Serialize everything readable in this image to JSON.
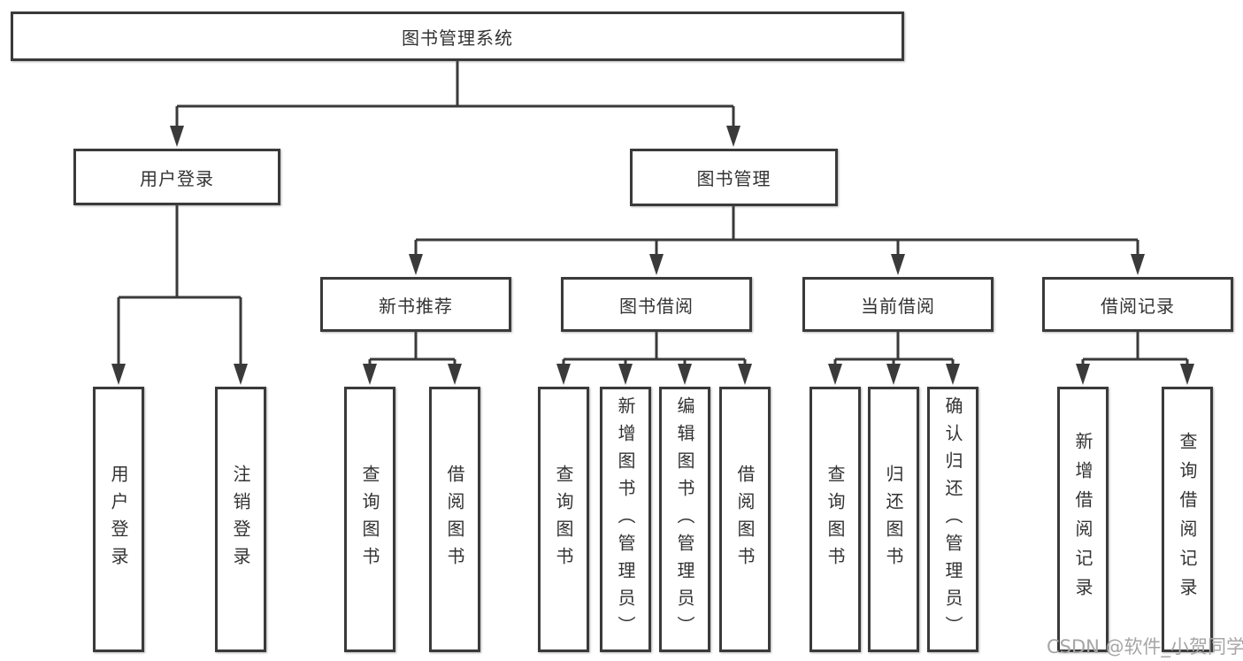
{
  "diagram": {
    "root": {
      "label": "图书管理系统"
    },
    "level2": [
      "用户登录",
      "图书管理"
    ],
    "level3": [
      "新书推荐",
      "图书借阅",
      "当前借阅",
      "借阅记录"
    ],
    "leaves": {
      "user_login": [
        "用户登录",
        "注销登录"
      ],
      "new_book_recommendation": [
        "查询图书",
        "借阅图书"
      ],
      "book_borrowing": [
        "查询图书",
        "新增图书（管理员）",
        "编辑图书（管理员）",
        "借阅图书"
      ],
      "current_borrowing": [
        "查询图书",
        "归还图书",
        "确认归还（管理员）"
      ],
      "borrowing_records": [
        "新增借阅记录",
        "查询借阅记录"
      ]
    }
  },
  "watermark": {
    "text": "CSDN @软件_小贺同学",
    "color": "#a6a6a6"
  },
  "colors": {
    "line": "#3a3a3a",
    "box_border": "#3a3a3a",
    "box_bg": "#ffffff",
    "text": "#333333",
    "background": "#ffffff"
  }
}
